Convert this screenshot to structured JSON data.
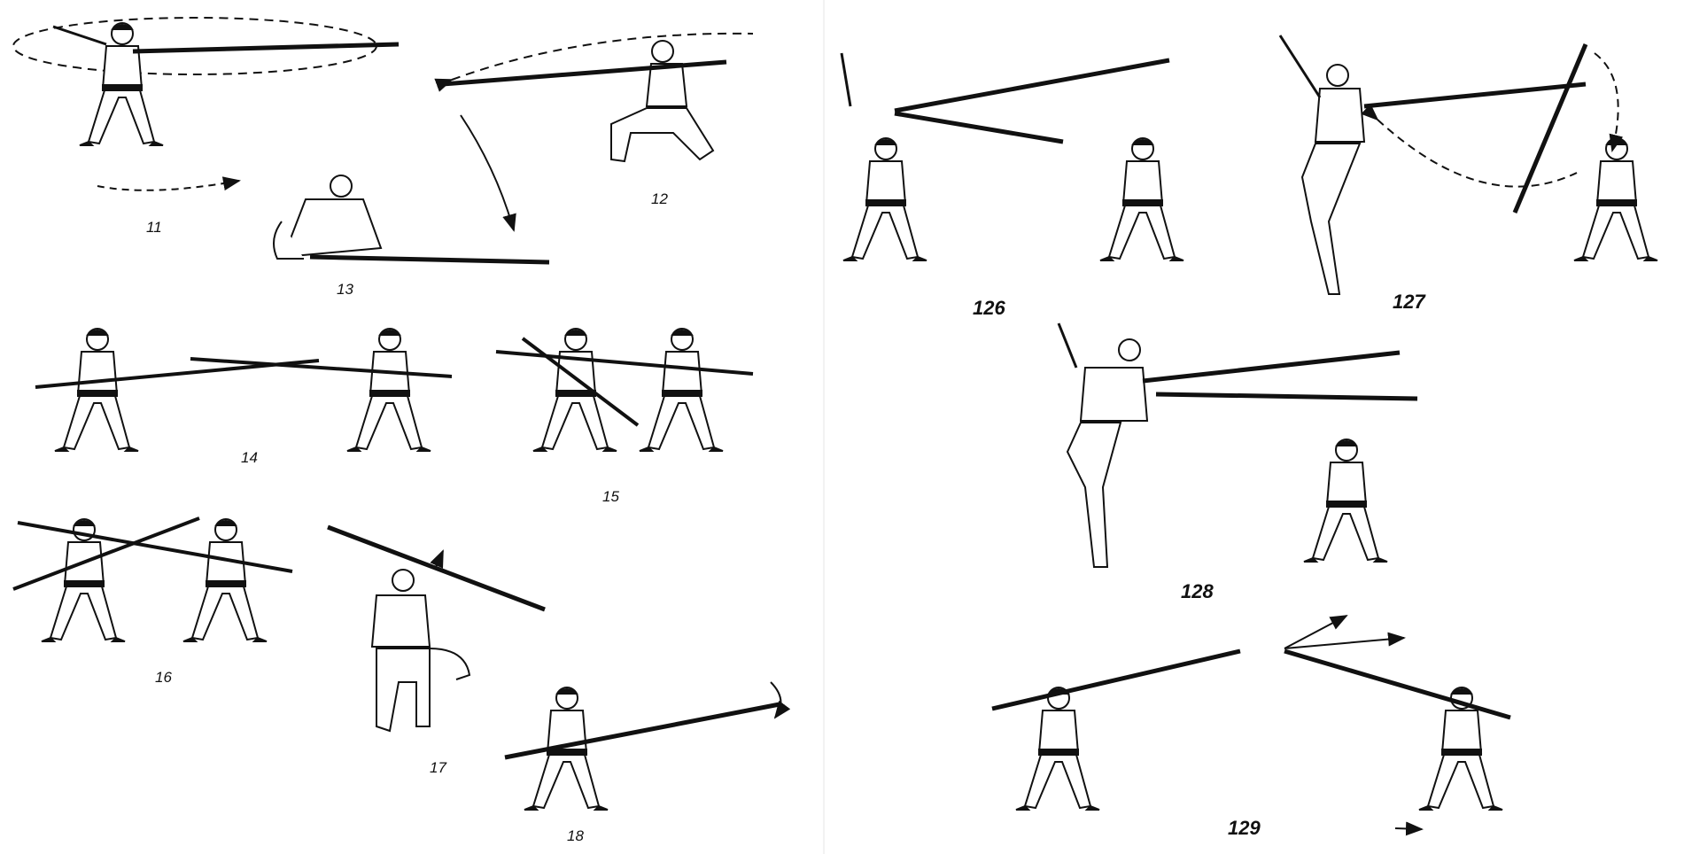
{
  "illustration": {
    "left_panel": {
      "figures": [
        {
          "number": "11"
        },
        {
          "number": "12"
        },
        {
          "number": "13"
        },
        {
          "number": "14"
        },
        {
          "number": "15"
        },
        {
          "number": "16"
        },
        {
          "number": "17"
        },
        {
          "number": "18"
        }
      ]
    },
    "right_panel": {
      "figures": [
        {
          "number": "126"
        },
        {
          "number": "127"
        },
        {
          "number": "128"
        },
        {
          "number": "129"
        }
      ]
    }
  },
  "colors": {
    "background": "#ffffff",
    "ink": "#111111",
    "panel_divider": "#f2f2f2"
  }
}
